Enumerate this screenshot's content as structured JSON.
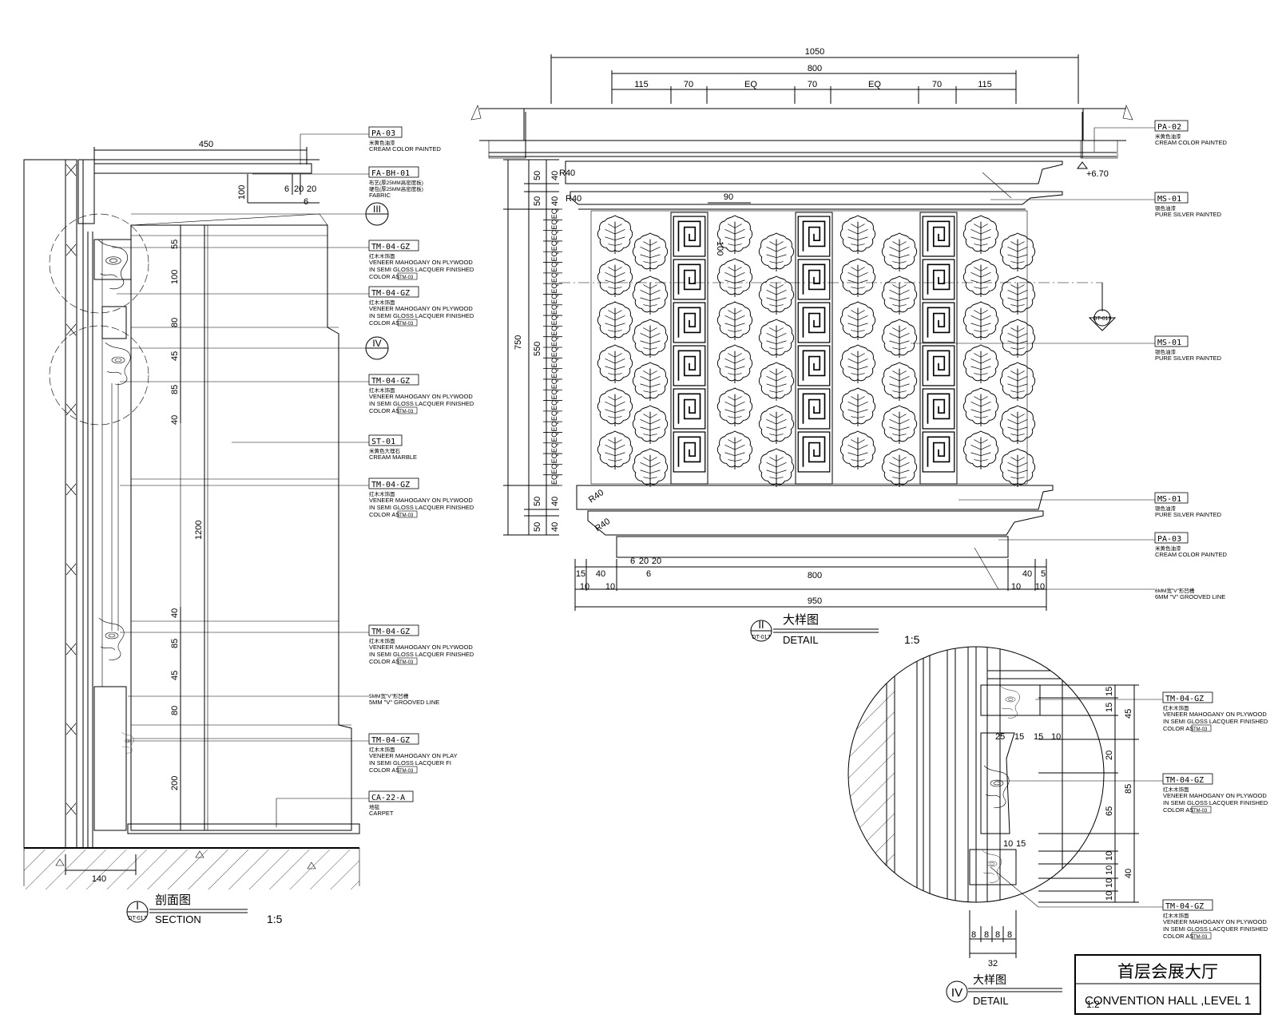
{
  "detail_ii": {
    "dims_top": {
      "total": "1050",
      "inner": "800",
      "segments": [
        "115",
        "70",
        "EQ",
        "70",
        "EQ",
        "70",
        "115"
      ]
    },
    "dims_left": {
      "total": "750",
      "middle": "550",
      "top_a": "50",
      "top_b": "40",
      "top_c": "50",
      "top_d": "40",
      "bot_a": "50",
      "bot_b": "40",
      "bot_c": "50",
      "bot_d": "40",
      "eq": "EQ",
      "ornament_w": "90",
      "ornament_h": "100"
    },
    "dims_bottom": {
      "total": "950",
      "inner": "800",
      "l15": "15",
      "l40": "40",
      "l10a": "10",
      "l10b": "10",
      "r40": "40",
      "r5": "5",
      "r10a": "10",
      "r10b": "10",
      "g6": "6",
      "g20a": "20",
      "g20b": "20",
      "g6b": "6"
    },
    "radius": "R40",
    "level": "+6.70",
    "section_ref": "DT-019",
    "labels": [
      {
        "code": "PA-02",
        "cn": "米黄色油漆",
        "en": "CREAM COLOR PAINTED"
      },
      {
        "code": "MS-01",
        "cn": "银色油漆",
        "en": "PURE SILVER PAINTED"
      },
      {
        "code": "MS-01",
        "cn": "银色油漆",
        "en": "PURE SILVER PAINTED"
      },
      {
        "code": "MS-01",
        "cn": "银色油漆",
        "en": "PURE SILVER PAINTED"
      },
      {
        "code": "PA-03",
        "cn": "米黄色油漆",
        "en": "CREAM COLOR PAINTED"
      },
      {
        "code": "",
        "cn": "6MM宽\"V\"形凹槽",
        "en": "6MM \"V\" GROOVED LINE"
      }
    ],
    "title_cn": "大样图",
    "title_en": "DETAIL",
    "number": "II",
    "sheet": "DT-017",
    "scale": "1:5"
  },
  "section_i": {
    "dims": {
      "w450": "450",
      "d100": "100",
      "d6": "6",
      "d20a": "20",
      "d20b": "20",
      "d6b": "6",
      "d55": "55",
      "d100b": "100",
      "d80": "80",
      "d45": "45",
      "d85": "85",
      "d40": "40",
      "d1200": "1200",
      "d40b": "40",
      "d85b": "85",
      "d45b": "45",
      "d80b": "80",
      "d200": "200",
      "d140": "140"
    },
    "labels": [
      {
        "code": "PA-03",
        "cn": "米黄色油漆",
        "en": "CREAM COLOR PAINTED"
      },
      {
        "code": "FA-BH-01",
        "cn": "布艺(厚25MM高密度板)",
        "en": "FABRIC",
        "cn2": "硬包(厚25MM高密度板)"
      },
      {
        "code": "TM-04-GZ",
        "cn": "红木木饰面",
        "en": "VENEER MAHOGANY ON PLYWOOD",
        "en2": "IN SEMI GLOSS LACQUER FINISHED",
        "en3": "COLOR AS",
        "ref": "TM-03"
      },
      {
        "code": "TM-04-GZ",
        "cn": "红木木饰面",
        "en": "VENEER MAHOGANY ON PLYWOOD",
        "en2": "IN SEMI GLOSS LACQUER FINISHED",
        "en3": "COLOR AS",
        "ref": "TM-03"
      },
      {
        "code": "TM-04-GZ",
        "cn": "红木木饰面",
        "en": "VENEER MAHOGANY ON PLYWOOD",
        "en2": "IN SEMI GLOSS LACQUER FINISHED",
        "en3": "COLOR AS",
        "ref": "TM-03"
      },
      {
        "code": "ST-01",
        "cn": "米黄色大理石",
        "en": "CREAM MARBLE"
      },
      {
        "code": "TM-04-GZ",
        "cn": "红木木饰面",
        "en": "VENEER MAHOGANY ON PLYWOOD",
        "en2": "IN SEMI GLOSS LACQUER FINISHED",
        "en3": "COLOR AS",
        "ref": "TM-03"
      },
      {
        "code": "TM-04-GZ",
        "cn": "红木木饰面",
        "en": "VENEER MAHOGANY ON PLYWOOD",
        "en2": "IN SEMI GLOSS LACQUER FINISHED",
        "en3": "COLOR AS",
        "ref": "TM-03"
      },
      {
        "code": "",
        "cn": "5MM宽\"V\"形凹槽",
        "en": "5MM \"V\" GROOVED LINE"
      },
      {
        "code": "TM-04-GZ",
        "cn": "红木木饰面",
        "en": "VENEER MAHOGANY ON PLAY",
        "en2": "IN SEMI GLOSS LACQUER FI",
        "en3": "COLOR AS",
        "ref": "TM-03"
      },
      {
        "code": "CA-22-A",
        "cn": "地毯",
        "en": "CARPET"
      }
    ],
    "markers": {
      "iii": "III",
      "iv": "IV"
    },
    "title_cn": "剖面图",
    "title_en": "SECTION",
    "number": "I",
    "sheet": "DT-017",
    "scale": "1:5"
  },
  "detail_iv": {
    "dims": {
      "r15a": "15",
      "r15b": "15",
      "r45": "45",
      "r20": "20",
      "r85": "85",
      "r65": "65",
      "r10a": "10",
      "r10b": "10",
      "r10c": "10",
      "r10d": "10",
      "r40": "40",
      "i25": "25",
      "i15a": "15",
      "i15b": "15",
      "i10a": "10",
      "i10b": "10",
      "i15c": "15",
      "b8a": "8",
      "b8b": "8",
      "b8c": "8",
      "b8d": "8",
      "b32": "32"
    },
    "labels": [
      {
        "code": "TM-04-GZ",
        "cn": "红木木饰面",
        "en": "VENEER MAHOGANY ON PLYWOOD",
        "en2": "IN SEMI GLOSS LACQUER FINISHED",
        "en3": "COLOR AS",
        "ref": "TM-03"
      },
      {
        "code": "TM-04-GZ",
        "cn": "红木木饰面",
        "en": "VENEER MAHOGANY ON PLYWOOD",
        "en2": "IN SEMI GLOSS LACQUER FINISHED",
        "en3": "COLOR AS",
        "ref": "TM-03"
      },
      {
        "code": "TM-04-GZ",
        "cn": "红木木饰面",
        "en": "VENEER MAHOGANY ON PLYWOOD",
        "en2": "IN SEMI GLOSS LACQUER FINISHED",
        "en3": "COLOR AS",
        "ref": "TM-03"
      }
    ],
    "title_cn": "大样图",
    "title_en": "DETAIL",
    "number": "IV",
    "scale": "1:2"
  },
  "title_block": {
    "cn": "首层会展大厅",
    "en": "CONVENTION HALL ,LEVEL 1"
  }
}
